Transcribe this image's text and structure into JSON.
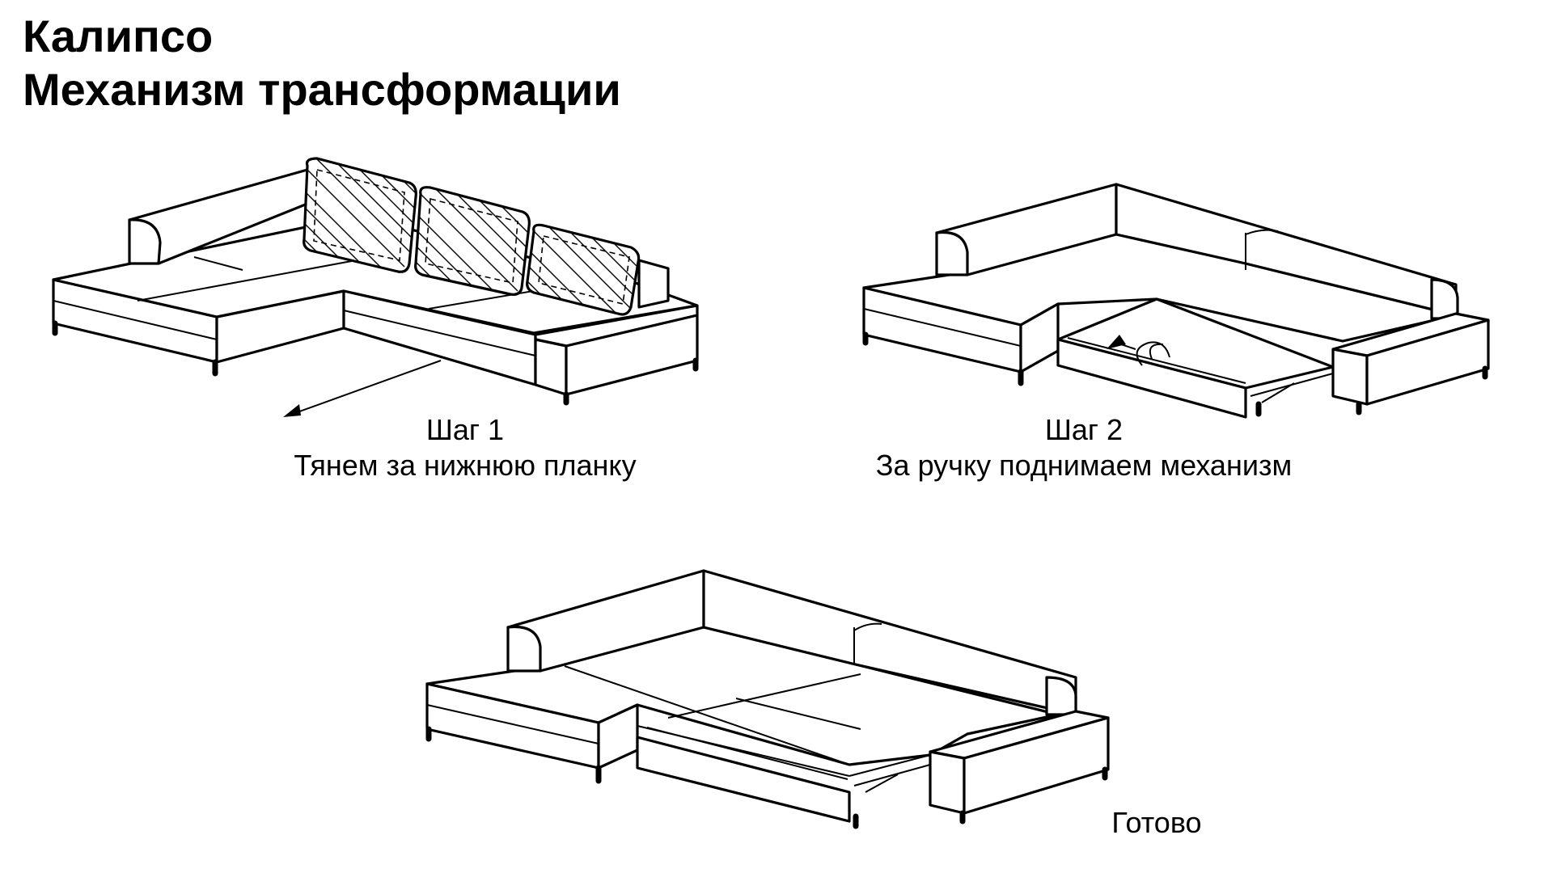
{
  "title": {
    "line1": "Калипсо",
    "line2": "Механизм трансформации"
  },
  "steps": [
    {
      "heading": "Шаг 1",
      "text": "Тянем за нижнюю планку"
    },
    {
      "heading": "Шаг 2",
      "text": "За ручку поднимаем механизм"
    },
    {
      "heading": "",
      "text": "Готово"
    }
  ]
}
